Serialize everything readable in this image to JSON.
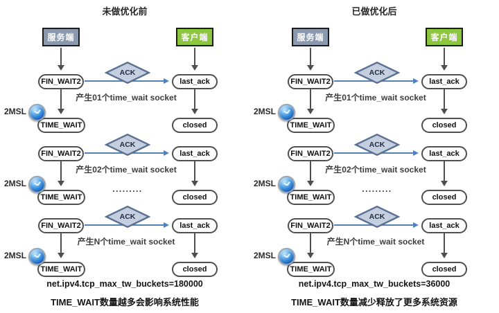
{
  "colors": {
    "server_fill": "#8a99ae",
    "client_fill": "#8cc63f",
    "endpoint_border": "#1c1c1c",
    "diamond_fill": "#c5cfe0",
    "diamond_border": "#5a7092",
    "state_border": "#4f4f4f",
    "arrow_gray": "#4f4f4f",
    "arrow_blue": "#4f81bd",
    "clock_icon_blue": "#1565c0"
  },
  "panels": [
    {
      "title": "未做优化前",
      "server_label": "服务端",
      "client_label": "客户端",
      "cycles": [
        {
          "left_state": "FIN_WAIT2",
          "ack_label": "ACK",
          "right_state": "last_ack",
          "caption": "产生01个time_wait socket",
          "timer_label": "2MSL",
          "wait_state": "TIME_WAIT",
          "closed_state": "closed"
        },
        {
          "left_state": "FIN_WAIT2",
          "ack_label": "ACK",
          "right_state": "last_ack",
          "caption": "产生02个time_wait socket",
          "timer_label": "2MSL",
          "wait_state": "TIME_WAIT",
          "closed_state": "closed",
          "ellipsis": "........."
        },
        {
          "left_state": "FIN_WAIT2",
          "ack_label": "ACK",
          "right_state": "last_ack",
          "caption": "产生N个time_wait socket",
          "timer_label": "2MSL",
          "wait_state": "TIME_WAIT",
          "closed_state": "closed"
        }
      ],
      "sysctl": "net.ipv4.tcp_max_tw_buckets=180000",
      "summary": "TIME_WAIT数量越多会影响系统性能"
    },
    {
      "title": "已做优化后",
      "server_label": "服务端",
      "client_label": "客户端",
      "cycles": [
        {
          "left_state": "FIN_WAIT2",
          "ack_label": "ACK",
          "right_state": "last_ack",
          "caption": "产生01个time_wait socket",
          "timer_label": "2MSL",
          "wait_state": "TIME_WAIT",
          "closed_state": "closed"
        },
        {
          "left_state": "FIN_WAIT2",
          "ack_label": "ACK",
          "right_state": "last_ack",
          "caption": "产生02个time_wait socket",
          "timer_label": "2MSL",
          "wait_state": "TIME_WAIT",
          "closed_state": "closed",
          "ellipsis": "........."
        },
        {
          "left_state": "FIN_WAIT2",
          "ack_label": "ACK",
          "right_state": "last_ack",
          "caption": "产生N个time_wait socket",
          "timer_label": "2MSL",
          "wait_state": "TIME_WAIT",
          "closed_state": "closed"
        }
      ],
      "sysctl": "net.ipv4.tcp_max_tw_buckets=36000",
      "summary": "TIME_WAIT数量减少释放了更多系统资源"
    }
  ]
}
